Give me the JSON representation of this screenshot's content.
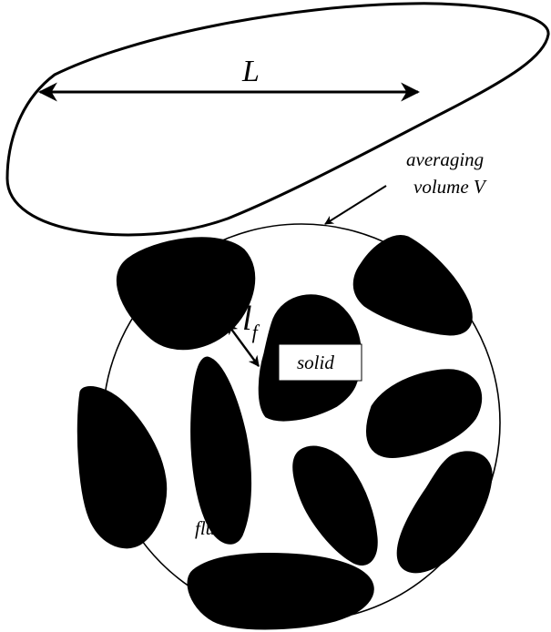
{
  "labels": {
    "length_scale": "L",
    "pore_scale_main": "l",
    "pore_scale_sub": "f",
    "averaging_line1": "averaging",
    "averaging_line2": "volume V",
    "solid": "solid",
    "fluid": "fluid"
  },
  "colors": {
    "ink": "#000000",
    "background": "#ffffff"
  }
}
